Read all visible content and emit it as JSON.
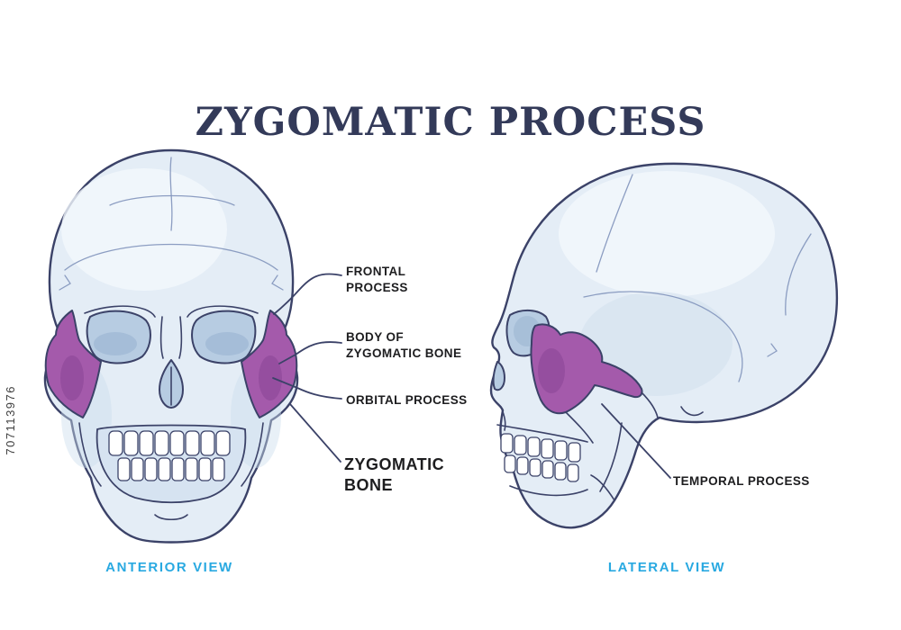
{
  "title": "ZYGOMATIC PROCESS",
  "watermark": "707113976",
  "colors": {
    "outline_navy": "#3b4268",
    "title_navy": "#333a59",
    "caption_blue": "#29a9e1",
    "highlight_purple": "#a45aab",
    "skull_fill": "#e4edf6",
    "skull_shade": "#c7d8ea",
    "label_text": "#1d1d1f"
  },
  "anterior_view": {
    "caption": "ANTERIOR VIEW",
    "labels": {
      "frontal_process": "FRONTAL\nPROCESS",
      "body_of_zygomatic_bone": "BODY OF\nZYGOMATIC BONE",
      "orbital_process": "ORBITAL PROCESS",
      "zygomatic_bone": "ZYGOMATIC\nBONE"
    }
  },
  "lateral_view": {
    "caption": "LATERAL VIEW",
    "labels": {
      "temporal_process": "TEMPORAL PROCESS"
    }
  }
}
